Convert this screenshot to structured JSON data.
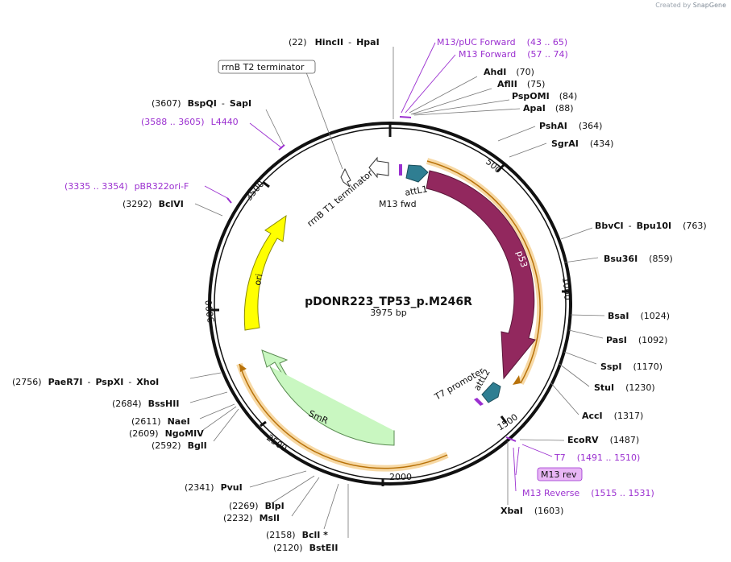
{
  "credit": {
    "prefix": "Created by",
    "brand": "SnapGene"
  },
  "plasmid": {
    "name": "pDONR223_TP53_p.M246R",
    "length": "3975 bp"
  },
  "ticks": [
    "500",
    "1000",
    "1500",
    "2000",
    "2500",
    "3000",
    "3500"
  ],
  "features": {
    "p53": "p53",
    "ori": "ori",
    "SmR": "SmR",
    "attL1": "attL1",
    "attL2": "attL2",
    "M13fwd": "M13 fwd",
    "T7promoter": "T7 promoter",
    "rrnBT1": "rrnB T1 terminator",
    "rrnBT2": "rrnB T2 terminator",
    "M13rev": "M13 rev"
  },
  "sites": [
    {
      "name": "HincII",
      "name2": "HpaI",
      "pos": "(22)"
    },
    {
      "name": "AhdI",
      "pos": "(70)"
    },
    {
      "name": "AflII",
      "pos": "(75)"
    },
    {
      "name": "PspOMI",
      "pos": "(84)"
    },
    {
      "name": "ApaI",
      "pos": "(88)"
    },
    {
      "name": "PshAI",
      "pos": "(364)"
    },
    {
      "name": "SgrAI",
      "pos": "(434)"
    },
    {
      "name": "BbvCI",
      "name2": "Bpu10I",
      "pos": "(763)"
    },
    {
      "name": "Bsu36I",
      "pos": "(859)"
    },
    {
      "name": "BsaI",
      "pos": "(1024)"
    },
    {
      "name": "PasI",
      "pos": "(1092)"
    },
    {
      "name": "SspI",
      "pos": "(1170)"
    },
    {
      "name": "StuI",
      "pos": "(1230)"
    },
    {
      "name": "AccI",
      "pos": "(1317)"
    },
    {
      "name": "EcoRV",
      "pos": "(1487)"
    },
    {
      "name": "XbaI",
      "pos": "(1603)"
    },
    {
      "name": "BstEII",
      "pos": "(2120)"
    },
    {
      "name": "BclI *",
      "pos": "(2158)"
    },
    {
      "name": "MslI",
      "pos": "(2232)"
    },
    {
      "name": "BlpI",
      "pos": "(2269)"
    },
    {
      "name": "PvuI",
      "pos": "(2341)"
    },
    {
      "name": "BglI",
      "pos": "(2592)"
    },
    {
      "name": "NgoMIV",
      "pos": "(2609)"
    },
    {
      "name": "NaeI",
      "pos": "(2611)"
    },
    {
      "name": "BssHII",
      "pos": "(2684)"
    },
    {
      "name": "PaeR7I",
      "name2": "PspXI",
      "name3": "XhoI",
      "pos": "(2756)"
    },
    {
      "name": "BclVI",
      "pos": "(3292)"
    },
    {
      "name": "BspQI",
      "name2": "SapI",
      "pos": "(3607)"
    }
  ],
  "primers": [
    {
      "name": "M13/pUC Forward",
      "range": "(43 .. 65)"
    },
    {
      "name": "M13 Forward",
      "range": "(57 .. 74)"
    },
    {
      "name": "T7",
      "range": "(1491 .. 1510)"
    },
    {
      "name": "M13 Reverse",
      "range": "(1515 .. 1531)"
    },
    {
      "name": "L4440",
      "range": "(3588 .. 3605)"
    },
    {
      "name": "pBR322ori-F",
      "range": "(3335 .. 3354)"
    }
  ],
  "colors": {
    "backbone": "#111111",
    "p53": "#92285e",
    "ori": "#ffff00",
    "SmR": "#c9f7c1",
    "att": "#2f7e92",
    "primer": "#9b30d0",
    "orf_glow": "#f5d08f",
    "orf_line": "#b8720a",
    "m13rev_box": "#e8b6f5"
  }
}
